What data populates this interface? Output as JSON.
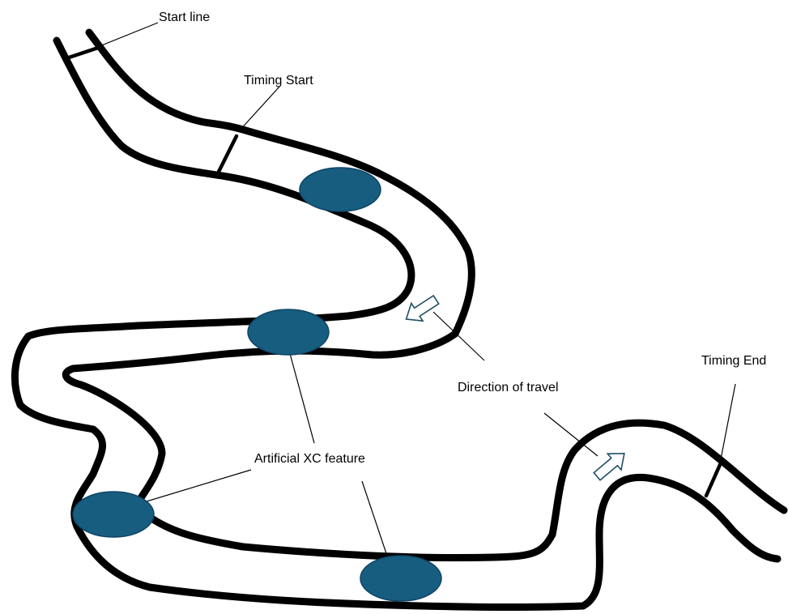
{
  "labels": {
    "start_line": "Start line",
    "timing_start": "Timing Start",
    "timing_end": "Timing End",
    "direction": "Direction of travel",
    "feature": "Artificial XC feature"
  },
  "colors": {
    "track": "#000000",
    "feature_fill": "#175d80",
    "arrow_outline": "#1f4e66",
    "background": "#ffffff"
  },
  "features_count": 4,
  "direction_arrows_count": 2
}
